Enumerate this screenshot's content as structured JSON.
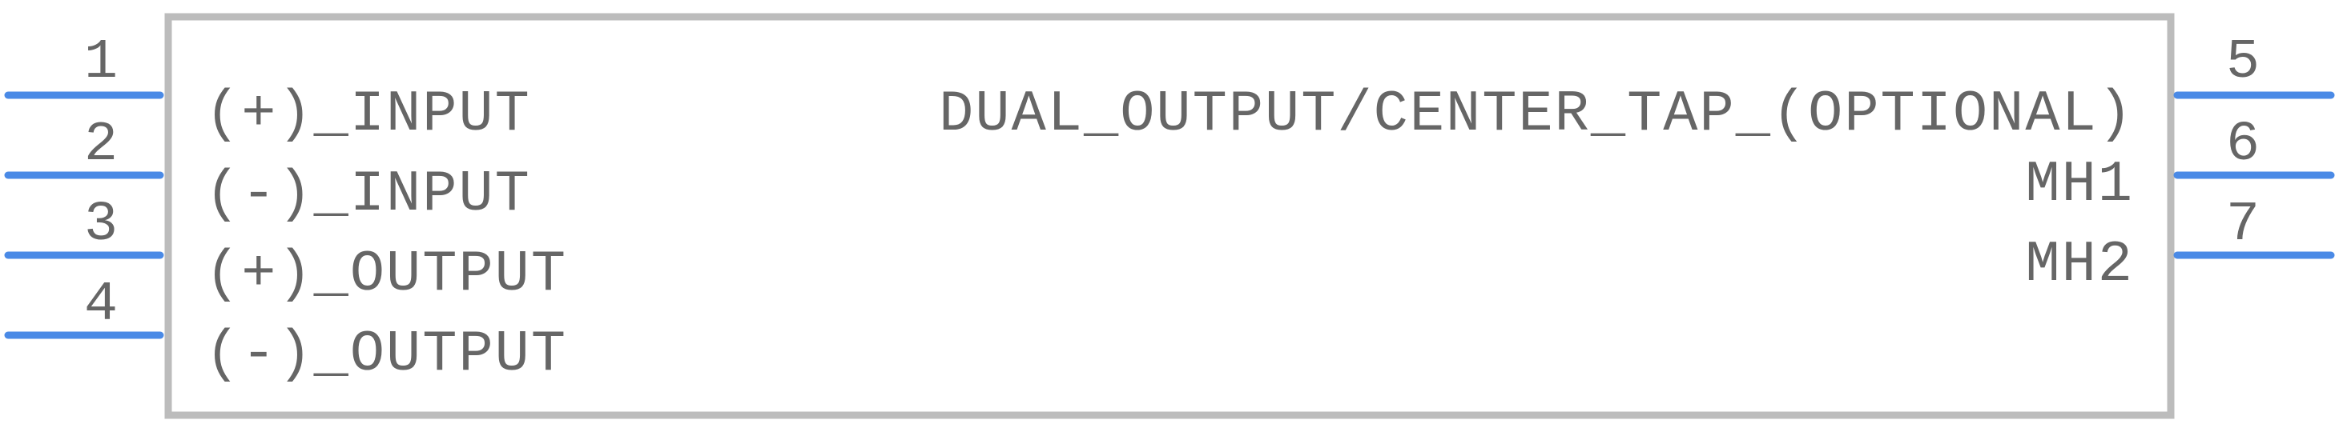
{
  "component": {
    "colors": {
      "pin_line": "#4a8ae6",
      "body_outline": "#bcbcbc",
      "text": "#666666",
      "background": "#ffffff"
    },
    "left_pins": [
      {
        "number": "1",
        "label": "(+)_INPUT"
      },
      {
        "number": "2",
        "label": "(-)_INPUT"
      },
      {
        "number": "3",
        "label": "(+)_OUTPUT"
      },
      {
        "number": "4",
        "label": "(-)_OUTPUT"
      }
    ],
    "right_pins": [
      {
        "number": "5",
        "label": "DUAL_OUTPUT/CENTER_TAP_(OPTIONAL)"
      },
      {
        "number": "6",
        "label": "MH1"
      },
      {
        "number": "7",
        "label": "MH2"
      }
    ]
  }
}
